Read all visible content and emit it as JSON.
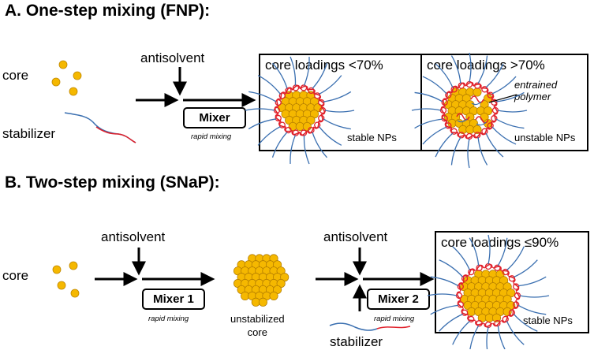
{
  "sectionA": {
    "title": "A. One-step mixing (FNP):",
    "core_label": "core",
    "stabilizer_label": "stabilizer",
    "antisolvent_label": "antisolvent",
    "mixer_label": "Mixer",
    "mixer_caption": "rapid mixing",
    "panel_left": {
      "title": "core loadings <70%",
      "caption": "stable NPs"
    },
    "panel_right": {
      "title": "core loadings >70%",
      "caption": "unstable NPs",
      "annotation": "entrained\npolymer"
    }
  },
  "sectionB": {
    "title": "B. Two-step mixing (SNaP):",
    "core_label": "core",
    "antisolvent1_label": "antisolvent",
    "mixer1_label": "Mixer 1",
    "mixer1_caption": "rapid mixing",
    "intermediate_label": "unstabilized\ncore",
    "antisolvent2_label": "antisolvent",
    "mixer2_label": "Mixer 2",
    "mixer2_caption": "rapid mixing",
    "stabilizer_label": "stabilizer",
    "panel": {
      "title": "core loadings ≤90%",
      "caption": "stable NPs"
    }
  },
  "colors": {
    "core_fill": "#f5b800",
    "core_stroke": "#b07a00",
    "polymer_blue": "#3a6fb0",
    "polymer_red": "#e0202a",
    "arrow": "#000000"
  }
}
